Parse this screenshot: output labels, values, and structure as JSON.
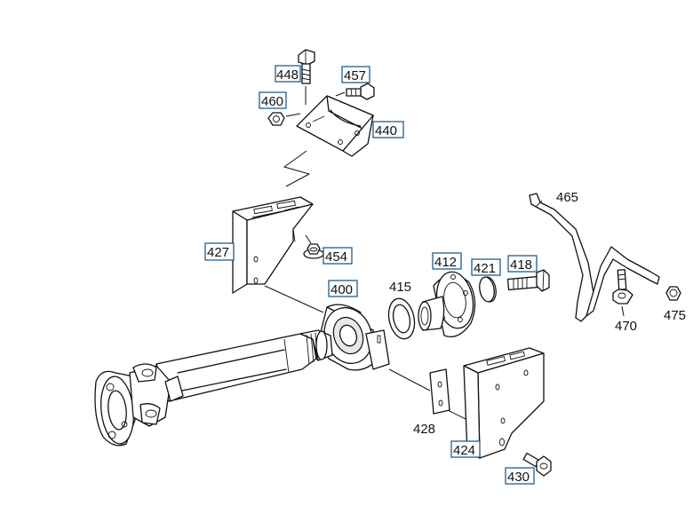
{
  "diagram": {
    "labels": {
      "p448": "448",
      "p457": "457",
      "p460": "460",
      "p440": "440",
      "p465": "465",
      "p427": "427",
      "p454": "454",
      "p412": "412",
      "p421": "421",
      "p418": "418",
      "p400": "400",
      "p415": "415",
      "p475": "475",
      "p470": "470",
      "p428": "428",
      "p424": "424",
      "p430": "430"
    }
  }
}
